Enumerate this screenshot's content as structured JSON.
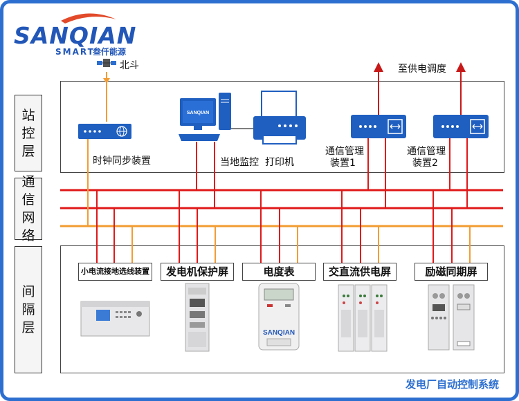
{
  "brand": {
    "name": "SANQIAN",
    "sub": "SMART",
    "sub_cn": "叁仟能源"
  },
  "beidou": "北斗",
  "dispatch": "至供电调度",
  "layers": [
    "站控层",
    "通信网络",
    "间隔层"
  ],
  "station_devices": {
    "clock": "时钟同步装置",
    "monitor": "当地监控",
    "printer": "打印机",
    "comm1": [
      "通信管理",
      "装置1"
    ],
    "comm2": [
      "通信管理",
      "装置2"
    ]
  },
  "bay_devices": [
    "小电流接地选线装置",
    "发电机保护屏",
    "电度表",
    "交直流供电屏",
    "励磁同期屏"
  ],
  "meter_brand": "SANQIAN",
  "footer": "发电厂自动控制系统",
  "colors": {
    "frame": "#2c6fd0",
    "bus_red": "#e01818",
    "bus_orange": "#f39c32",
    "device_blue": "#1f5fc0",
    "arrow": "#c81818",
    "footer_text": "#2c6fd0"
  }
}
